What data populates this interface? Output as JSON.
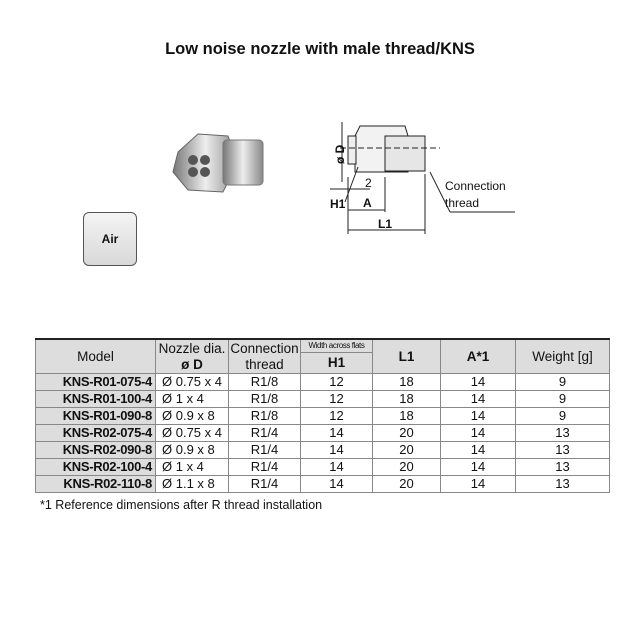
{
  "title": "Low noise nozzle with male thread/KNS",
  "media_label": "Air",
  "drawing": {
    "dim_d": "ø D",
    "dim_2": "2",
    "dim_h1": "H1",
    "dim_a": "A",
    "dim_l1": "L1",
    "callout_line1": "Connection",
    "callout_line2": "thread"
  },
  "table": {
    "headers": {
      "model": "Model",
      "nozzle1": "Nozzle dia.",
      "nozzle2": "ø D",
      "conn1": "Connection",
      "conn2": "thread",
      "width": "Width across flats",
      "h1": "H1",
      "l1": "L1",
      "a": "A*1",
      "weight": "Weight [g]"
    },
    "rows": [
      [
        "KNS-R01-075-4",
        "Ø 0.75 x 4",
        "R1/8",
        "12",
        "18",
        "14",
        "9"
      ],
      [
        "KNS-R01-100-4",
        "Ø 1 x 4",
        "R1/8",
        "12",
        "18",
        "14",
        "9"
      ],
      [
        "KNS-R01-090-8",
        "Ø 0.9 x 8",
        "R1/8",
        "12",
        "18",
        "14",
        "9"
      ],
      [
        "KNS-R02-075-4",
        "Ø 0.75 x 4",
        "R1/4",
        "14",
        "20",
        "14",
        "13"
      ],
      [
        "KNS-R02-090-8",
        "Ø 0.9 x 8",
        "R1/4",
        "14",
        "20",
        "14",
        "13"
      ],
      [
        "KNS-R02-100-4",
        "Ø 1 x 4",
        "R1/4",
        "14",
        "20",
        "14",
        "13"
      ],
      [
        "KNS-R02-110-8",
        "Ø 1.1 x 8",
        "R1/4",
        "14",
        "20",
        "14",
        "13"
      ]
    ]
  },
  "footnote": "*1  Reference dimensions after R thread installation"
}
